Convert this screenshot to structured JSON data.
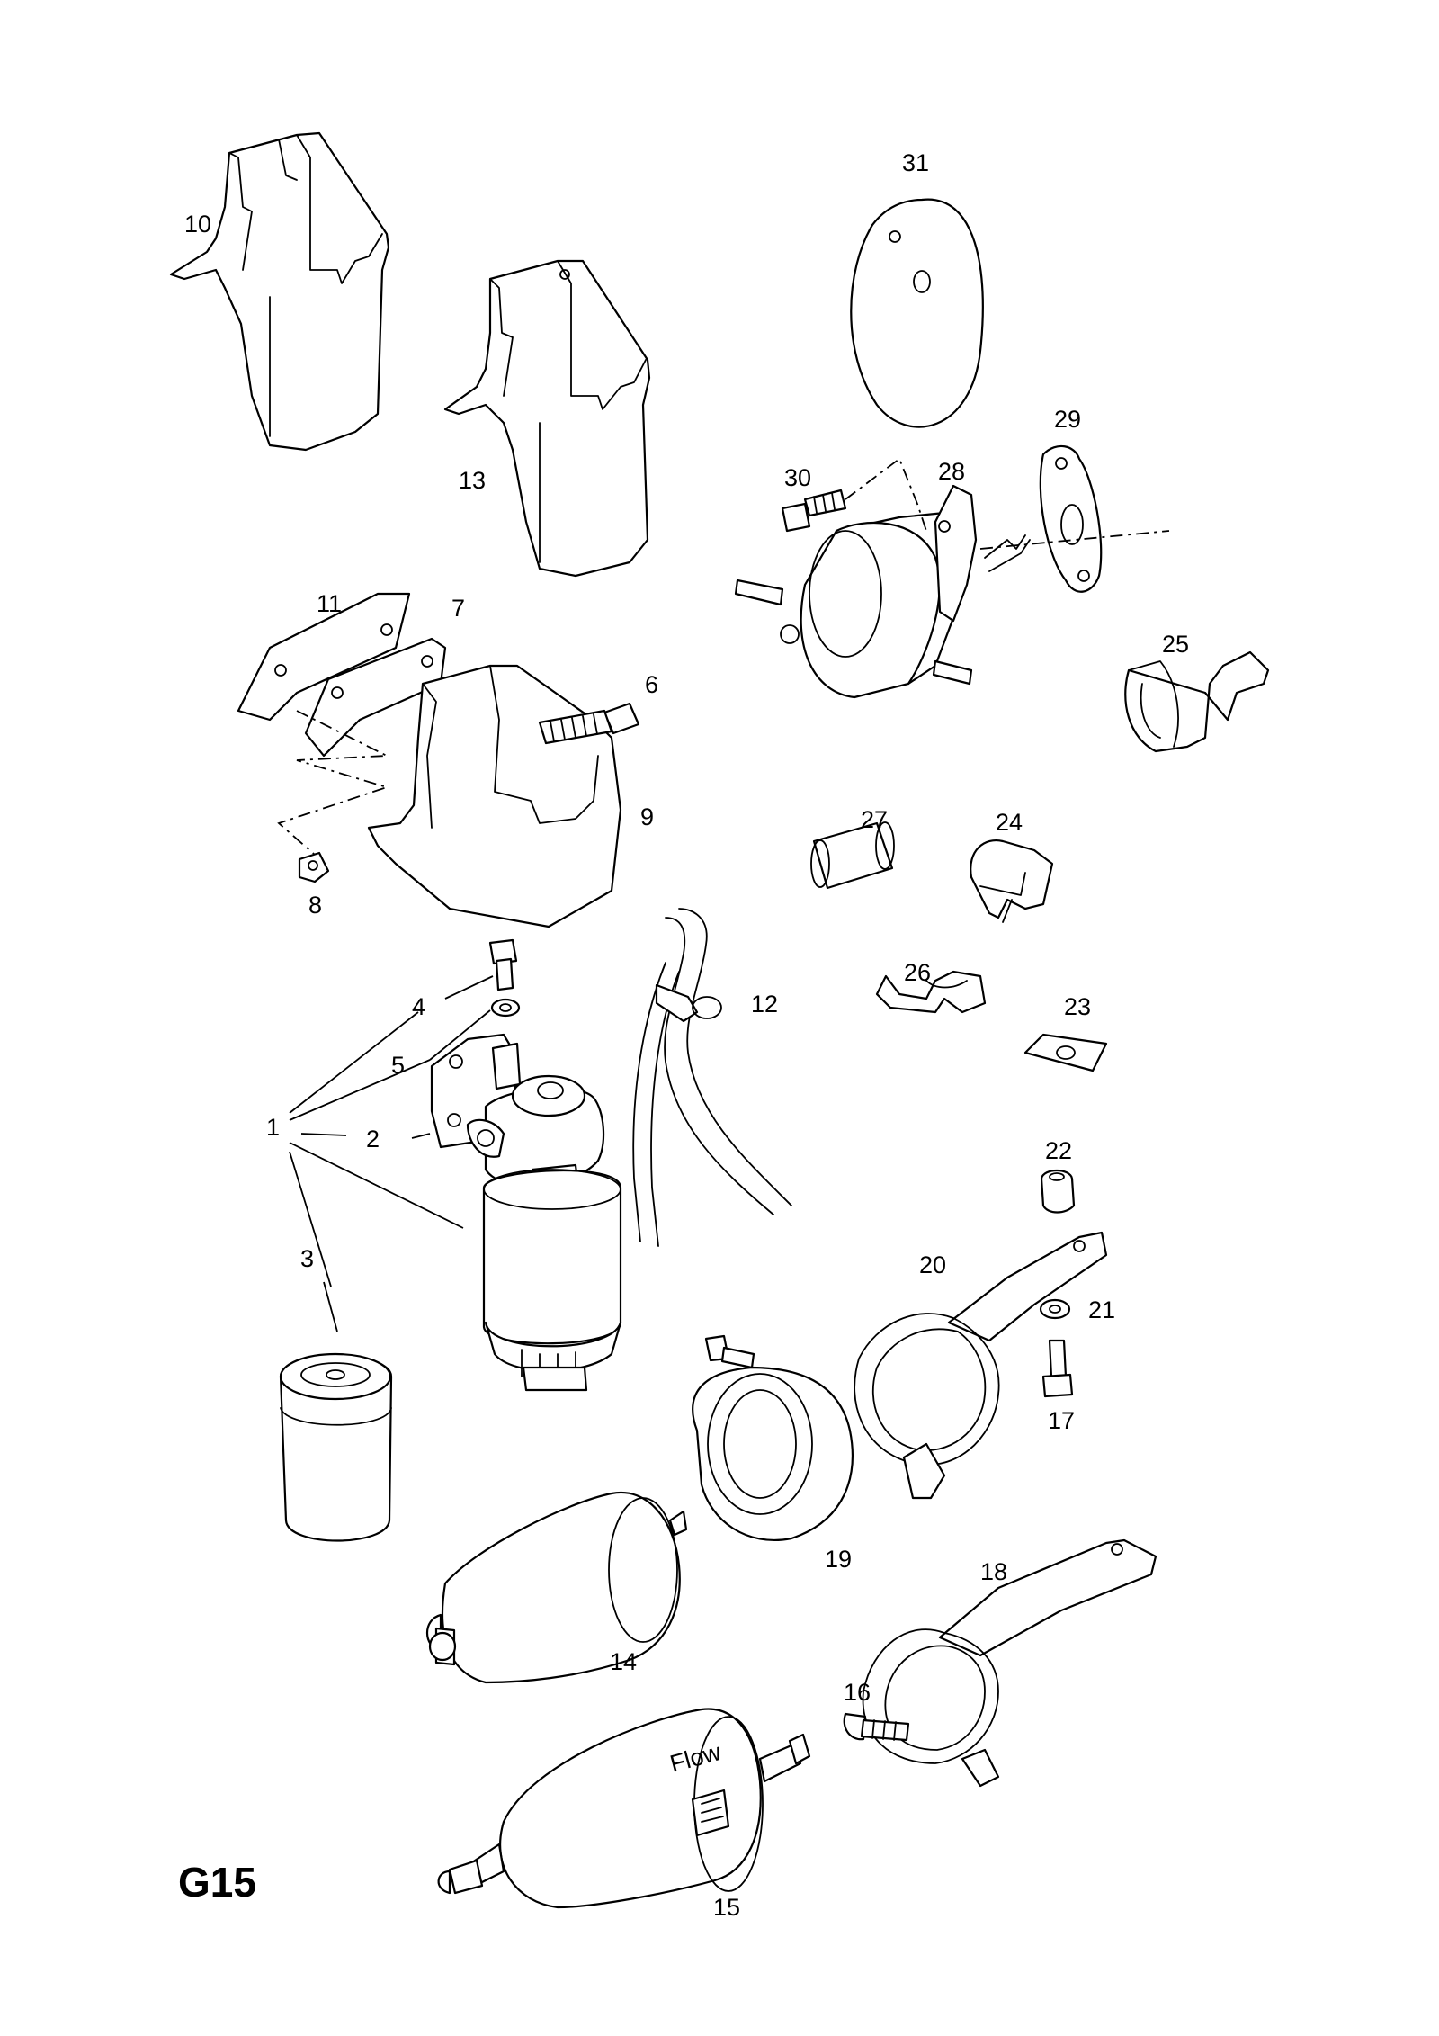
{
  "diagram_code": "G15",
  "part_numbers": {
    "p1": "1",
    "p2": "2",
    "p3": "3",
    "p4": "4",
    "p5": "5",
    "p6": "6",
    "p7": "7",
    "p8": "8",
    "p9": "9",
    "p10": "10",
    "p11": "11",
    "p12": "12",
    "p13": "13",
    "p14": "14",
    "p15": "15",
    "p16": "16",
    "p17": "17",
    "p18": "18",
    "p19": "19",
    "p20": "20",
    "p21": "21",
    "p22": "22",
    "p23": "23",
    "p24": "24",
    "p25": "25",
    "p26": "26",
    "p27": "27",
    "p28": "28",
    "p29": "29",
    "p30": "30",
    "p31": "31"
  },
  "filter_label_text": "Flow"
}
